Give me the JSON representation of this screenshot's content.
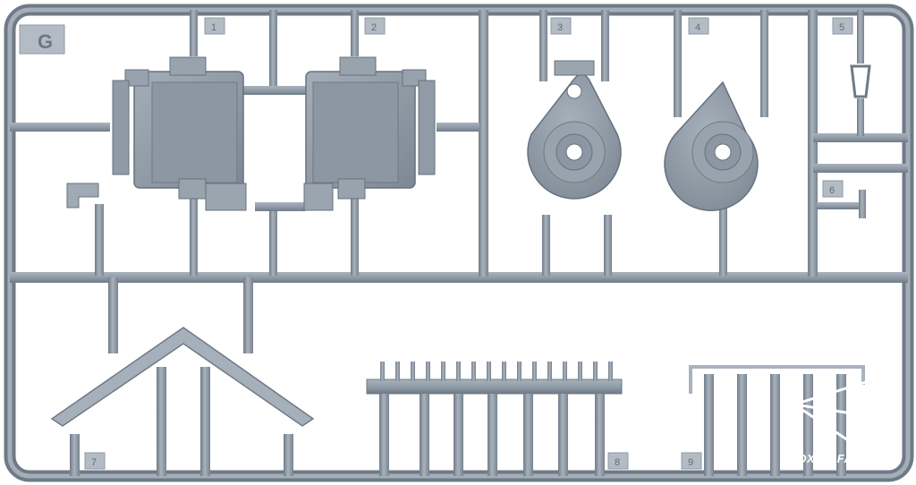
{
  "sprue": {
    "letter": "G",
    "part_numbers": [
      "1",
      "2",
      "3",
      "4",
      "5",
      "6",
      "7",
      "8",
      "9"
    ]
  },
  "watermark": {
    "text": "MOXINGFANS.COM",
    "icon": "paper-plane-icon"
  },
  "colors": {
    "plastic": "#8e9aa6",
    "plastic_light": "#a9b3bd",
    "plastic_dark": "#6f7a86",
    "background": "#ffffff"
  }
}
